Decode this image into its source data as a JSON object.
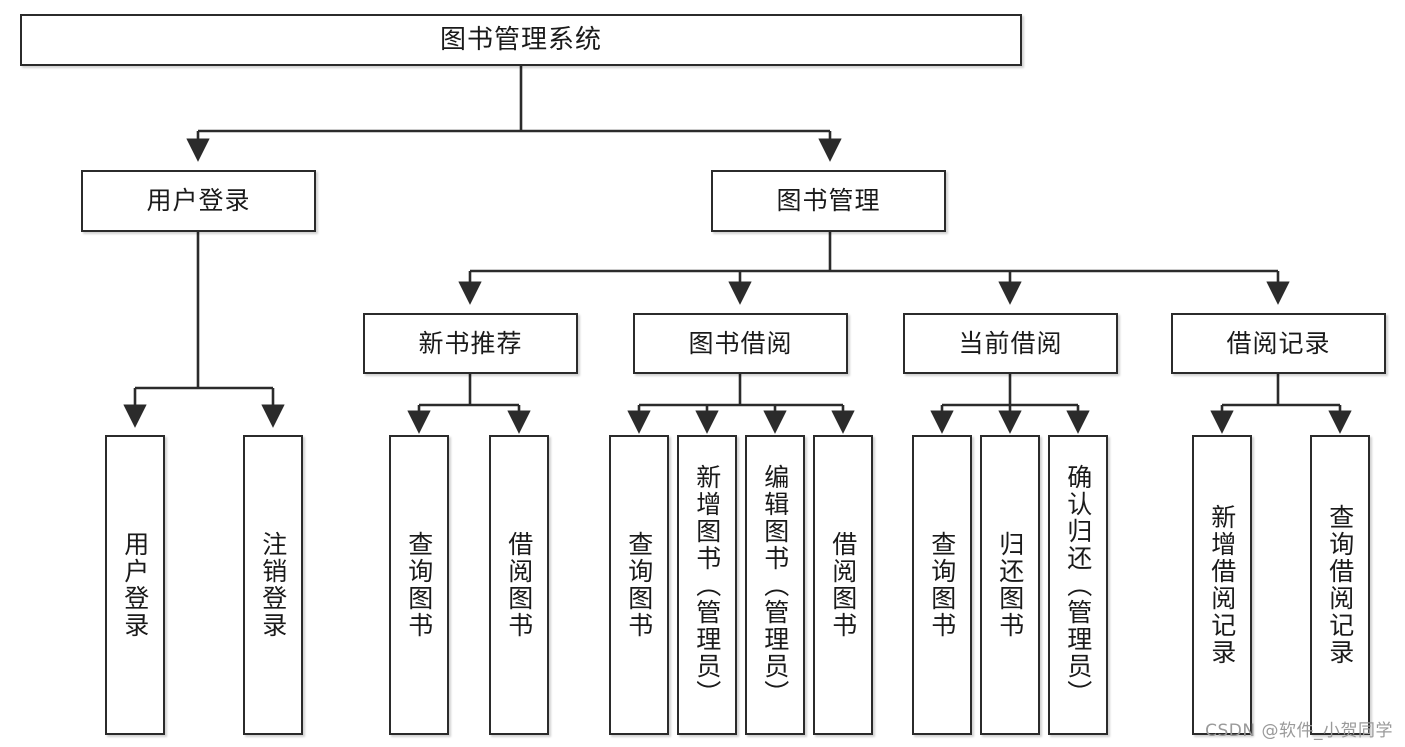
{
  "diagram": {
    "title": "图书管理系统",
    "type": "tree-hierarchy",
    "watermark": "CSDN @软件_小贺同学",
    "stroke_color": "#2b2b2b",
    "fill_color": "#ffffff",
    "text_color": "#1a1a1a",
    "watermark_color": "#9a9a9a"
  },
  "nodes": {
    "root": {
      "label": "图书管理系统",
      "level": 0
    },
    "level1": [
      {
        "id": "user-login",
        "label": "用户登录"
      },
      {
        "id": "book-management",
        "label": "图书管理"
      }
    ],
    "level2": [
      {
        "id": "new-book-recommend",
        "label": "新书推荐",
        "parent": "book-management"
      },
      {
        "id": "book-borrow",
        "label": "图书借阅",
        "parent": "book-management"
      },
      {
        "id": "current-borrow",
        "label": "当前借阅",
        "parent": "book-management"
      },
      {
        "id": "borrow-record",
        "label": "借阅记录",
        "parent": "book-management"
      }
    ],
    "leaves": [
      {
        "id": "leaf-user-login",
        "label": "用户登录",
        "parent": "user-login"
      },
      {
        "id": "leaf-logout",
        "label": "注销登录",
        "parent": "user-login"
      },
      {
        "id": "leaf-query-book-1",
        "label": "查询图书",
        "parent": "new-book-recommend"
      },
      {
        "id": "leaf-borrow-book-1",
        "label": "借阅图书",
        "parent": "new-book-recommend"
      },
      {
        "id": "leaf-query-book-2",
        "label": "查询图书",
        "parent": "book-borrow"
      },
      {
        "id": "leaf-add-book",
        "label": "新增图书（管理员）",
        "parent": "book-borrow"
      },
      {
        "id": "leaf-edit-book",
        "label": "编辑图书（管理员）",
        "parent": "book-borrow"
      },
      {
        "id": "leaf-borrow-book-2",
        "label": "借阅图书",
        "parent": "book-borrow"
      },
      {
        "id": "leaf-query-book-3",
        "label": "查询图书",
        "parent": "current-borrow"
      },
      {
        "id": "leaf-return-book",
        "label": "归还图书",
        "parent": "current-borrow"
      },
      {
        "id": "leaf-confirm-return",
        "label": "确认归还（管理员）",
        "parent": "current-borrow"
      },
      {
        "id": "leaf-add-record",
        "label": "新增借阅记录",
        "parent": "borrow-record"
      },
      {
        "id": "leaf-query-record",
        "label": "查询借阅记录",
        "parent": "borrow-record"
      }
    ]
  }
}
